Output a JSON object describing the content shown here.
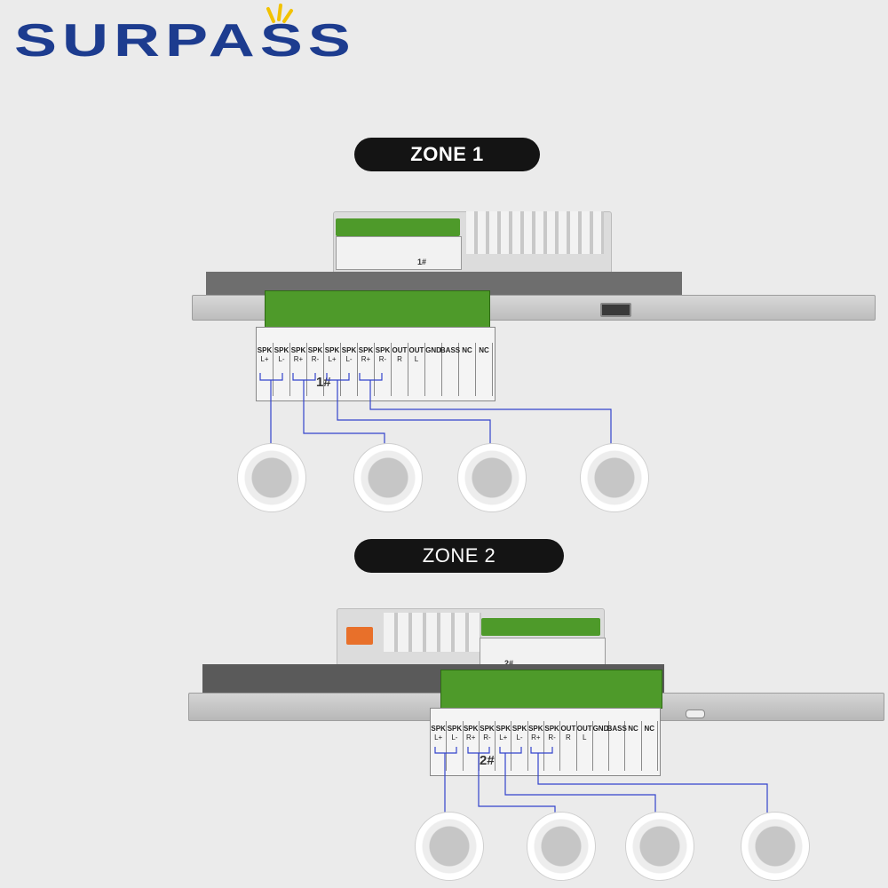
{
  "brand": {
    "name": "SURPASS"
  },
  "zones": [
    {
      "title": "ZONE 1",
      "module_number": "1#",
      "top_module_number": "1#",
      "terminal_labels": [
        {
          "top": "SPK",
          "bottom": "L+"
        },
        {
          "top": "SPK",
          "bottom": "L-"
        },
        {
          "top": "SPK",
          "bottom": "R+"
        },
        {
          "top": "SPK",
          "bottom": "R-"
        },
        {
          "top": "SPK",
          "bottom": "L+"
        },
        {
          "top": "SPK",
          "bottom": "L-"
        },
        {
          "top": "SPK",
          "bottom": "R+"
        },
        {
          "top": "SPK",
          "bottom": "R-"
        },
        {
          "top": "OUT",
          "bottom": "R"
        },
        {
          "top": "OUT",
          "bottom": "L"
        },
        {
          "top": "GND",
          "bottom": ""
        },
        {
          "top": "BASS",
          "bottom": ""
        },
        {
          "top": "NC",
          "bottom": ""
        },
        {
          "top": "NC",
          "bottom": ""
        }
      ],
      "speaker_count": 4
    },
    {
      "title": "ZONE 2",
      "module_number": "2#",
      "top_module_number": "2#",
      "terminal_labels": [
        {
          "top": "SPK",
          "bottom": "L+"
        },
        {
          "top": "SPK",
          "bottom": "L-"
        },
        {
          "top": "SPK",
          "bottom": "R+"
        },
        {
          "top": "SPK",
          "bottom": "R-"
        },
        {
          "top": "SPK",
          "bottom": "L+"
        },
        {
          "top": "SPK",
          "bottom": "L-"
        },
        {
          "top": "SPK",
          "bottom": "R+"
        },
        {
          "top": "SPK",
          "bottom": "R-"
        },
        {
          "top": "OUT",
          "bottom": "R"
        },
        {
          "top": "OUT",
          "bottom": "L"
        },
        {
          "top": "GND",
          "bottom": ""
        },
        {
          "top": "BASS",
          "bottom": ""
        },
        {
          "top": "NC",
          "bottom": ""
        },
        {
          "top": "NC",
          "bottom": ""
        }
      ],
      "speaker_count": 4
    }
  ],
  "colors": {
    "brand_blue": "#1d3c8f",
    "brand_yellow": "#f2c200",
    "wire_blue": "#3344cc",
    "terminal_green": "#4e9a2a",
    "pill_bg": "#141414"
  }
}
